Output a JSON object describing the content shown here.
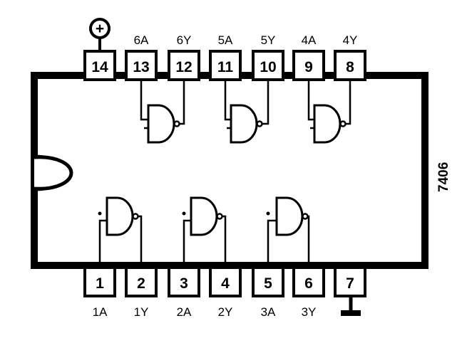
{
  "chip": {
    "part_number": "7406"
  },
  "top_pins": [
    {
      "number": "14",
      "label": ""
    },
    {
      "number": "13",
      "label": "6A"
    },
    {
      "number": "12",
      "label": "6Y"
    },
    {
      "number": "11",
      "label": "5A"
    },
    {
      "number": "10",
      "label": "5Y"
    },
    {
      "number": "9",
      "label": "4A"
    },
    {
      "number": "8",
      "label": "4Y"
    }
  ],
  "bottom_pins": [
    {
      "number": "1",
      "label": "1A"
    },
    {
      "number": "2",
      "label": "1Y"
    },
    {
      "number": "3",
      "label": "2A"
    },
    {
      "number": "4",
      "label": "2Y"
    },
    {
      "number": "5",
      "label": "3A"
    },
    {
      "number": "6",
      "label": "3Y"
    },
    {
      "number": "7",
      "label": ""
    }
  ],
  "power_symbol": "+",
  "icons": {
    "power": "vcc-plus-icon",
    "ground": "ground-icon",
    "notch": "package-notch-icon",
    "gate": "nand-gate-icon"
  }
}
